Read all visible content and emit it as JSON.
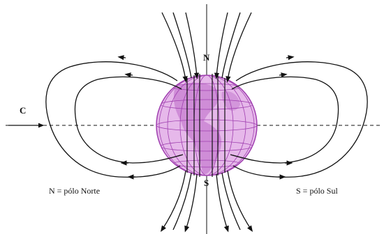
{
  "diagram": {
    "labels": {
      "north": "N",
      "south": "S",
      "center": "C",
      "legend_north": "N = pólo Norte",
      "legend_south": "S = pólo Sul"
    },
    "colors": {
      "line": "#111111",
      "globe_fill": "#e6b8ea",
      "globe_grid": "#a040b0",
      "land": "#8a2a9a"
    }
  }
}
